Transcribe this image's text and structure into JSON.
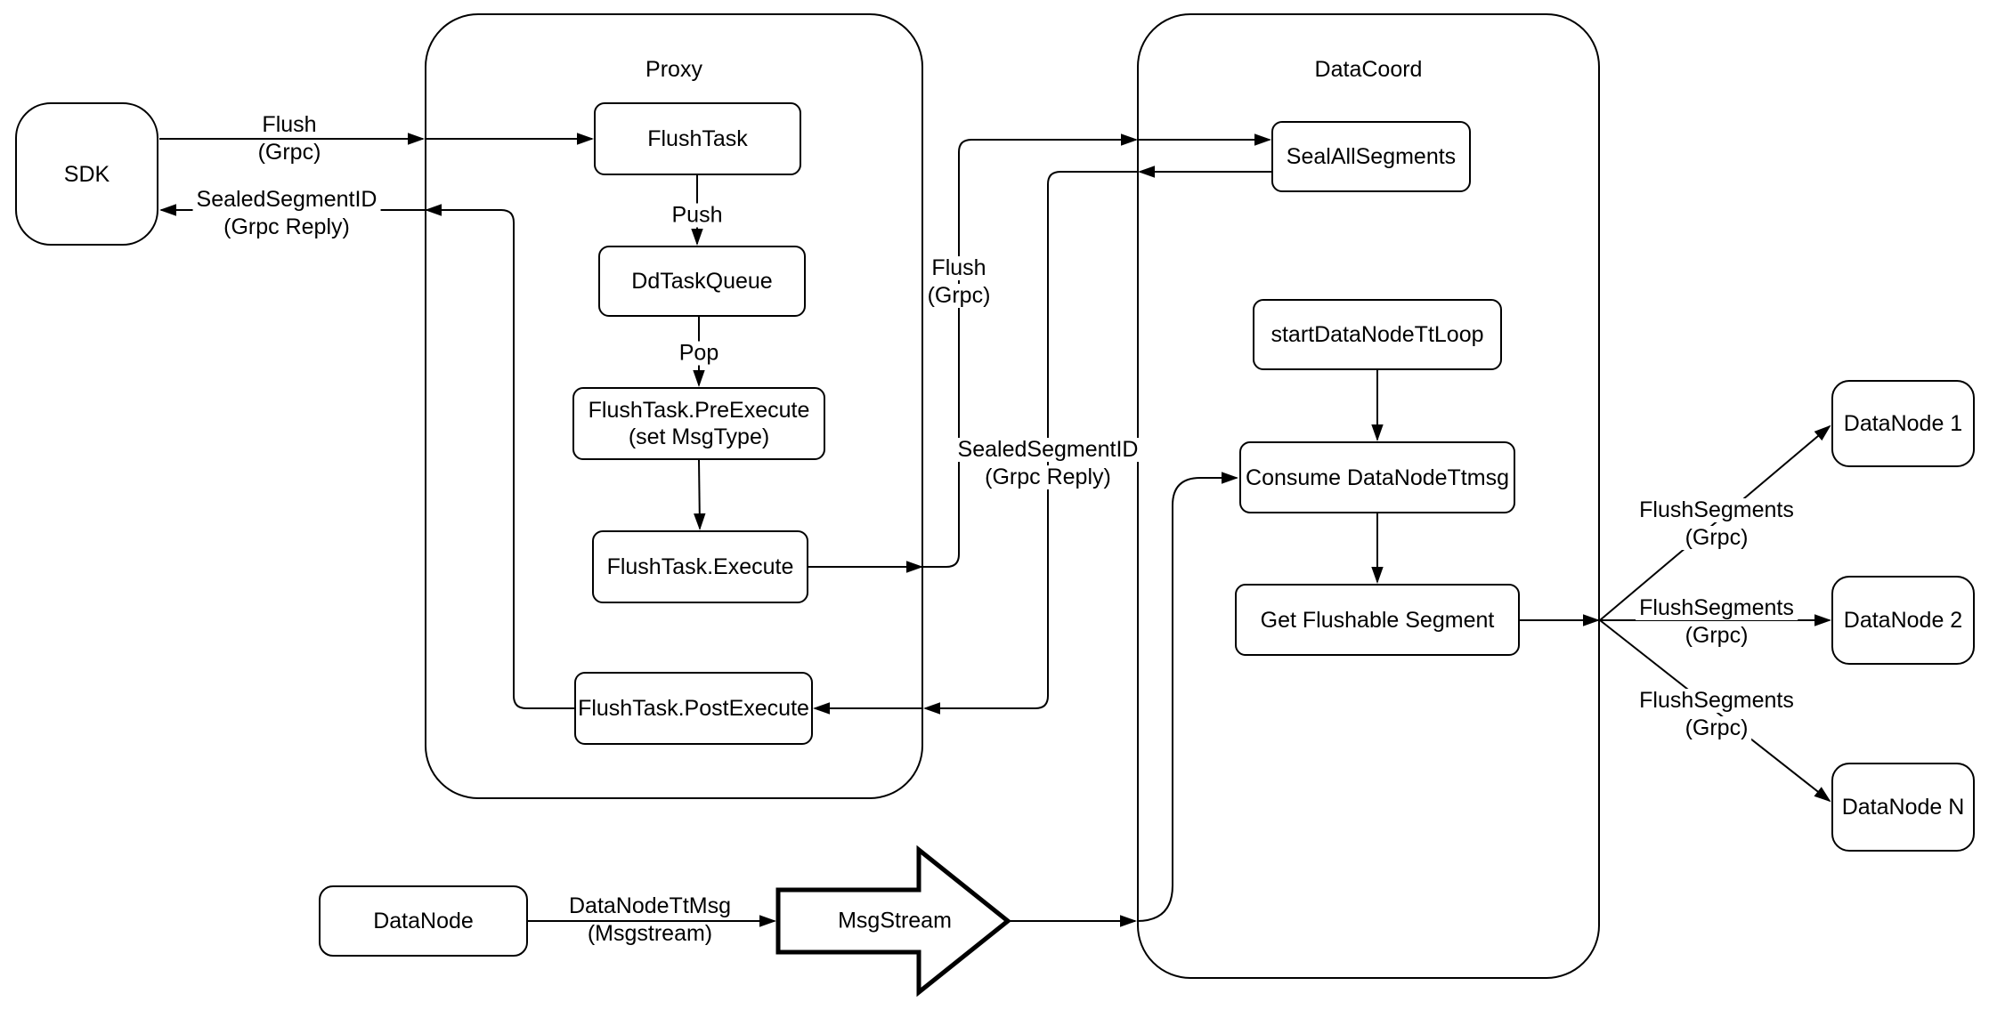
{
  "diagram": {
    "background": "#ffffff",
    "line_color": "#000000",
    "nodes": {
      "sdk": {
        "label": "SDK"
      },
      "proxy": {
        "title": "Proxy"
      },
      "flush_task": {
        "label": "FlushTask"
      },
      "dd_task_queue": {
        "label": "DdTaskQueue"
      },
      "pre_execute": {
        "line1": "FlushTask.PreExecute",
        "line2": "(set MsgType)"
      },
      "execute": {
        "label": "FlushTask.Execute"
      },
      "post_execute": {
        "label": "FlushTask.PostExecute"
      },
      "datacoord": {
        "title": "DataCoord"
      },
      "seal_all_segments": {
        "label": "SealAllSegments"
      },
      "start_datanode_tt_loop": {
        "label": "startDataNodeTtLoop"
      },
      "consume_datanode_ttmsg": {
        "label": "Consume DataNodeTtmsg"
      },
      "get_flushable_segment": {
        "label": "Get Flushable Segment"
      },
      "datanode_1": {
        "label": "DataNode 1"
      },
      "datanode_2": {
        "label": "DataNode 2"
      },
      "datanode_n": {
        "label": "DataNode N"
      },
      "datanode_bottom": {
        "label": "DataNode"
      },
      "msgstream": {
        "label": "MsgStream"
      }
    },
    "edge_labels": {
      "flush_grpc_sdk": {
        "line1": "Flush",
        "line2": "(Grpc)"
      },
      "sealed_segment_id_sdk": {
        "line1": "SealedSegmentID",
        "line2": "(Grpc Reply)"
      },
      "push": {
        "label": "Push"
      },
      "pop": {
        "label": "Pop"
      },
      "flush_grpc_mid": {
        "line1": "Flush",
        "line2": "(Grpc)"
      },
      "sealed_segment_id_mid": {
        "line1": "SealedSegmentID",
        "line2": "(Grpc Reply)"
      },
      "flush_segments_1": {
        "line1": "FlushSegments",
        "line2": "(Grpc)"
      },
      "flush_segments_2": {
        "line1": "FlushSegments",
        "line2": "(Grpc)"
      },
      "flush_segments_3": {
        "line1": "FlushSegments",
        "line2": "(Grpc)"
      },
      "datanode_tt_msg": {
        "line1": "DataNodeTtMsg",
        "line2": "(Msgstream)"
      }
    }
  }
}
